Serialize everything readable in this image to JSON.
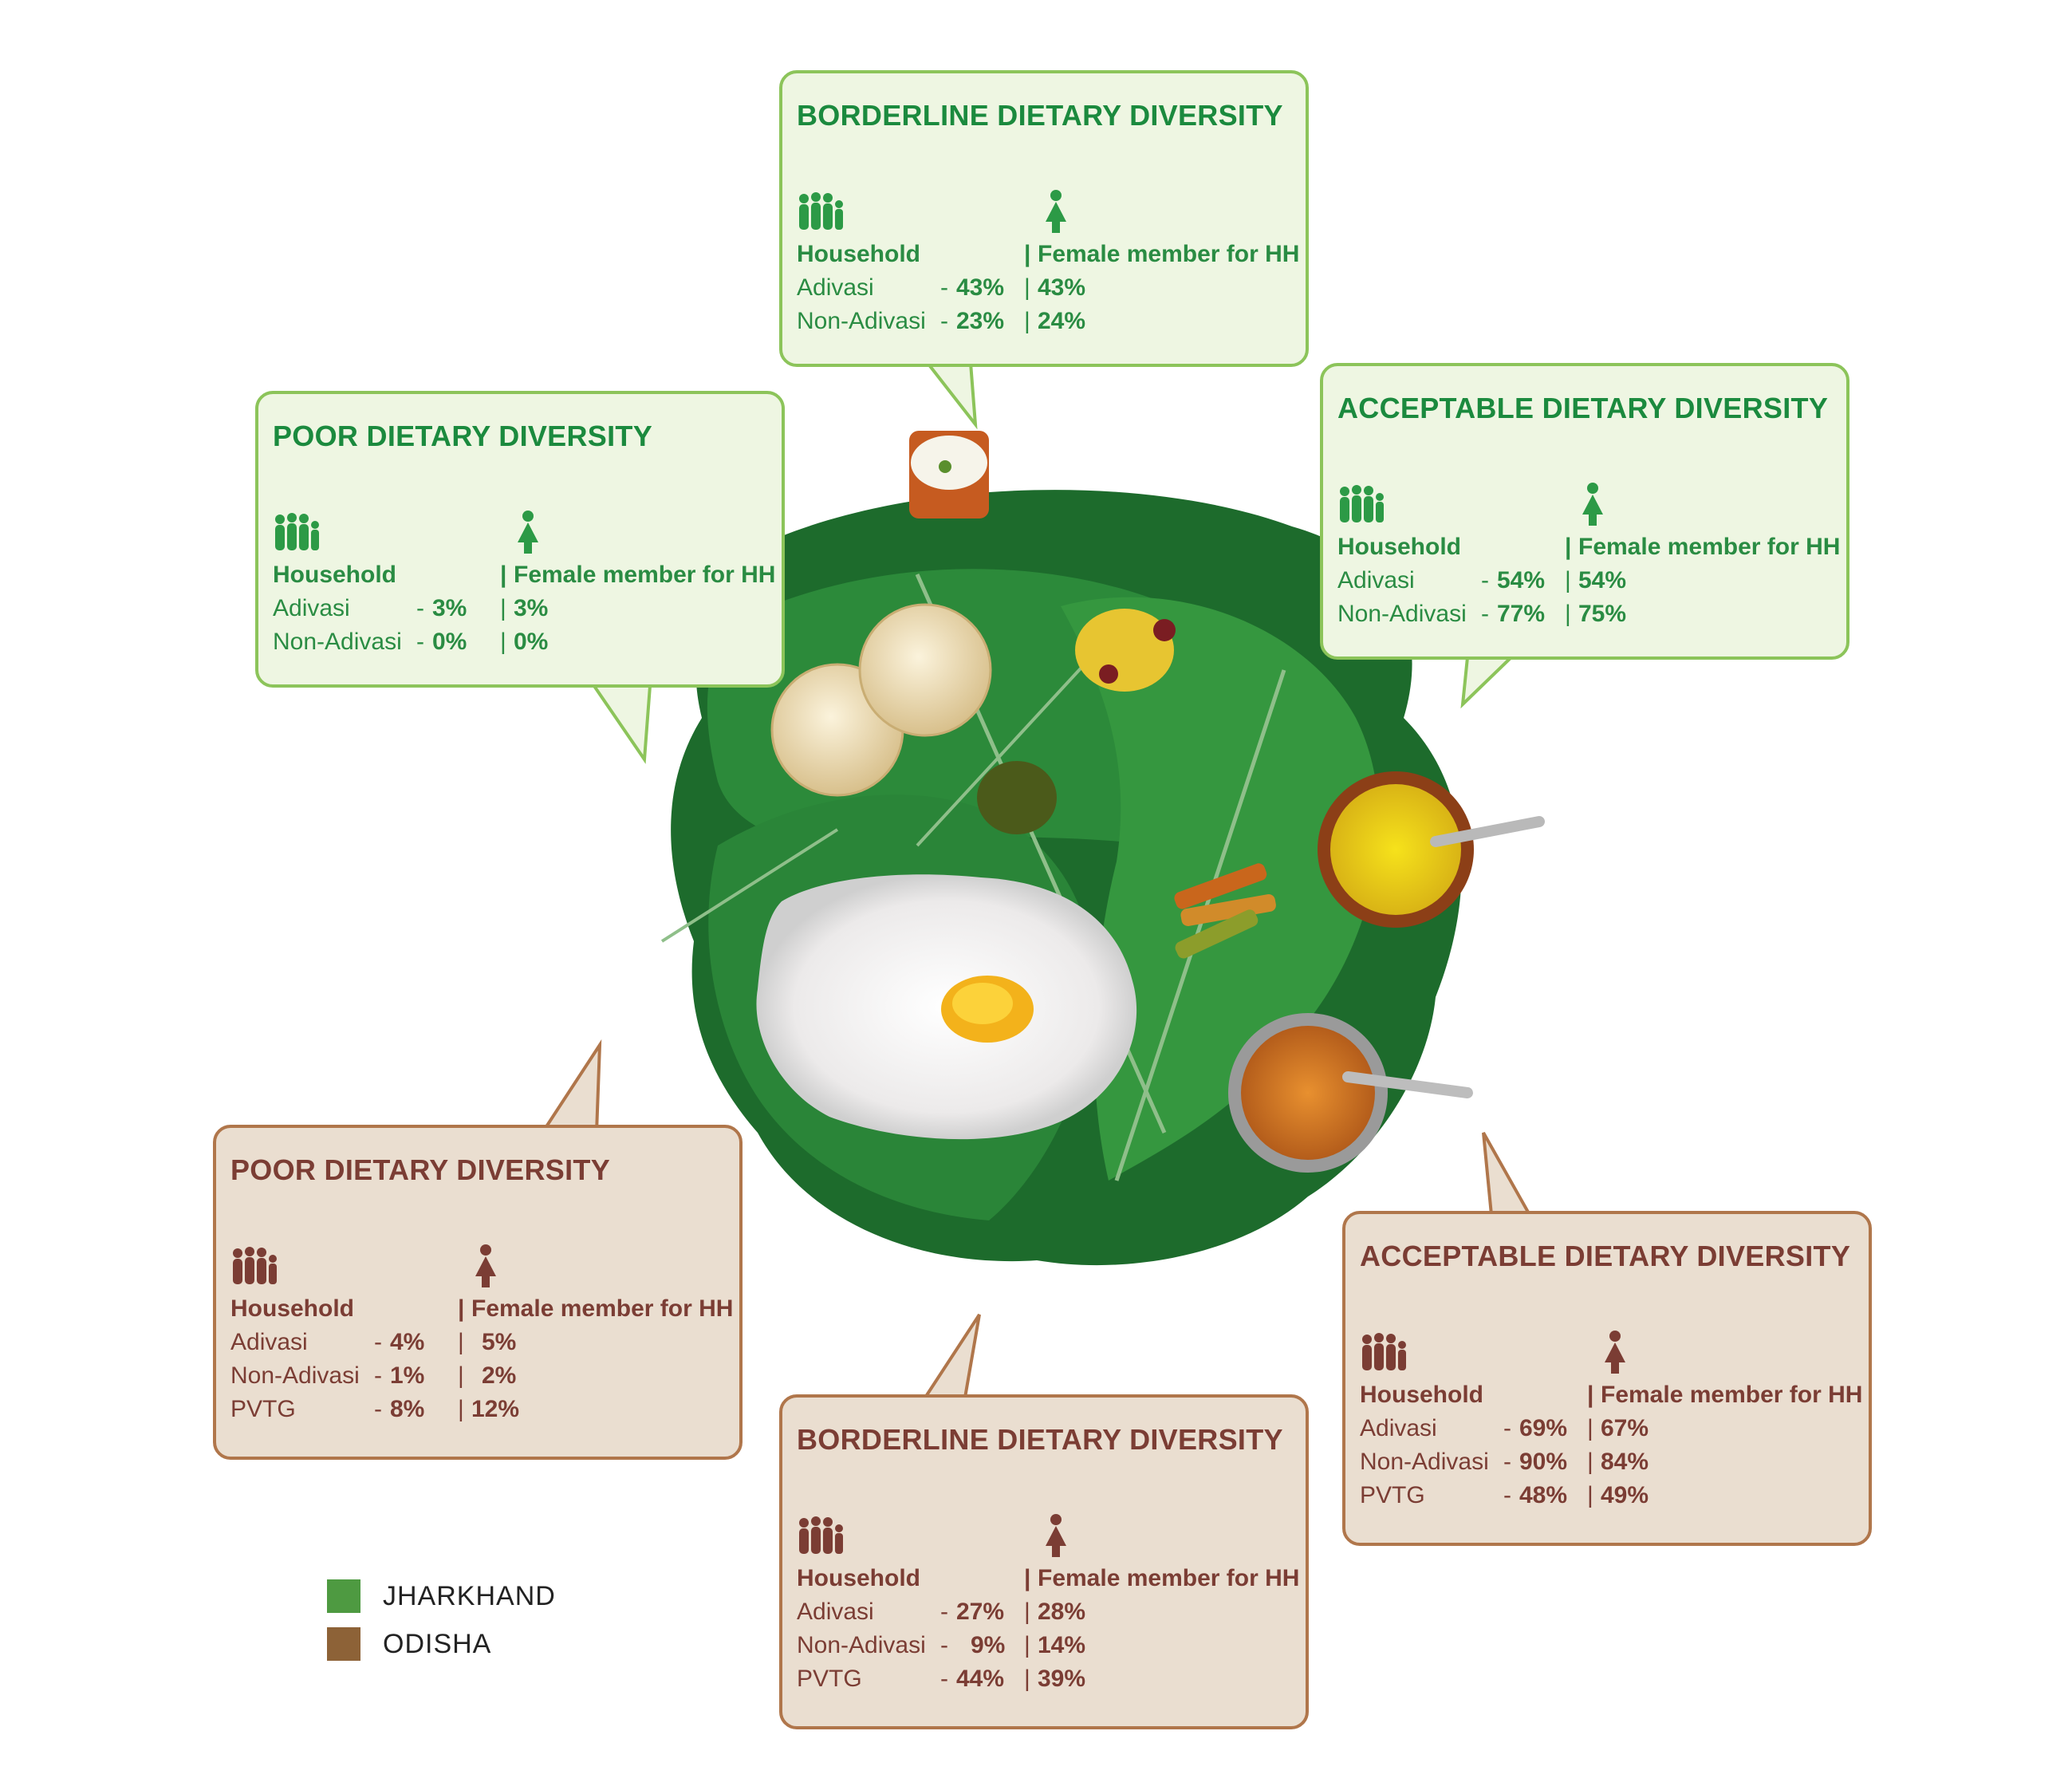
{
  "legend": [
    {
      "label": "JHARKHAND",
      "color": "#4e9a41"
    },
    {
      "label": "ODISHA",
      "color": "#8d6237"
    }
  ],
  "labels": {
    "household": "Household",
    "female": "Female member for HH",
    "separator": "|",
    "dash": "-"
  },
  "icons": {
    "household": "family-icon",
    "female": "woman-icon"
  },
  "jharkhand": {
    "color": "#1b8a3e",
    "poor": {
      "title": "POOR DIETARY DIVERSITY",
      "rows": [
        {
          "group": "Adivasi",
          "household": "3%",
          "female": "3%"
        },
        {
          "group": "Non-Adivasi",
          "household": "0%",
          "female": "0%"
        }
      ]
    },
    "borderline": {
      "title": "BORDERLINE DIETARY DIVERSITY",
      "rows": [
        {
          "group": "Adivasi",
          "household": "43%",
          "female": "43%"
        },
        {
          "group": "Non-Adivasi",
          "household": "23%",
          "female": "24%"
        }
      ]
    },
    "acceptable": {
      "title": "ACCEPTABLE DIETARY DIVERSITY",
      "rows": [
        {
          "group": "Adivasi",
          "household": "54%",
          "female": "54%"
        },
        {
          "group": "Non-Adivasi",
          "household": "77%",
          "female": "75%"
        }
      ]
    }
  },
  "odisha": {
    "color": "#7b3d34",
    "poor": {
      "title": "POOR DIETARY DIVERSITY",
      "rows": [
        {
          "group": "Adivasi",
          "household": "4%",
          "female": "5%"
        },
        {
          "group": "Non-Adivasi",
          "household": "1%",
          "female": "2%"
        },
        {
          "group": "PVTG",
          "household": "8%",
          "female": "12%"
        }
      ]
    },
    "borderline": {
      "title": "BORDERLINE DIETARY DIVERSITY",
      "rows": [
        {
          "group": "Adivasi",
          "household": "27%",
          "female": "28%"
        },
        {
          "group": "Non-Adivasi",
          "household": "9%",
          "female": "14%"
        },
        {
          "group": "PVTG",
          "household": "44%",
          "female": "39%"
        }
      ]
    },
    "acceptable": {
      "title": "ACCEPTABLE DIETARY DIVERSITY",
      "rows": [
        {
          "group": "Adivasi",
          "household": "69%",
          "female": "67%"
        },
        {
          "group": "Non-Adivasi",
          "household": "90%",
          "female": "84%"
        },
        {
          "group": "PVTG",
          "household": "48%",
          "female": "49%"
        }
      ]
    }
  }
}
